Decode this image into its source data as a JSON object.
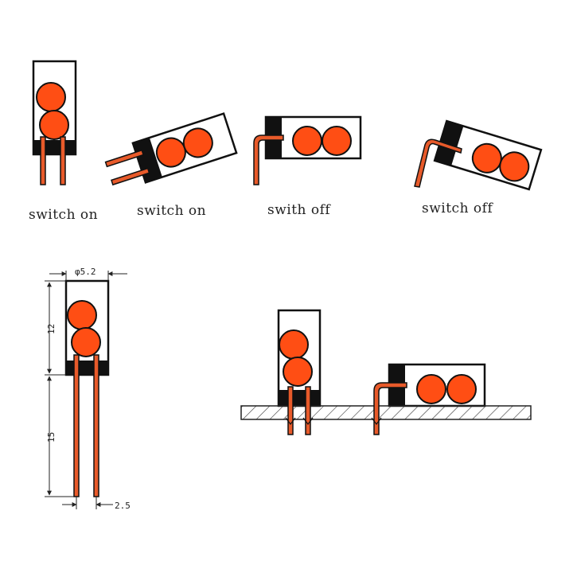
{
  "captions": {
    "switch1": "switch on",
    "switch2": "switch on",
    "switch3": "swith off",
    "switch4": "switch off"
  },
  "dimensions": {
    "diameter": "φ5.2",
    "body_height": "12",
    "lead_length": "15",
    "lead_pitch": "2.5"
  },
  "colors": {
    "ball": "#ff4e14",
    "lead": "#e85a2a",
    "outline": "#111111",
    "cap": "#111111"
  }
}
